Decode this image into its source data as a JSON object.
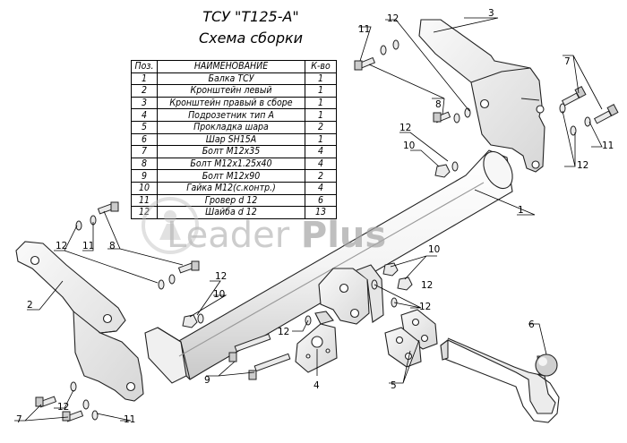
{
  "header": {
    "title": "ТСУ \"Т125-А\"",
    "subtitle": "Схема сборки"
  },
  "table": {
    "headers": [
      "Поз.",
      "НАИМЕНОВАНИЕ",
      "К-во"
    ],
    "rows": [
      [
        "1",
        "Балка ТСУ",
        "1"
      ],
      [
        "2",
        "Кронштейн левый",
        "1"
      ],
      [
        "3",
        "Кронштейн правый в сборе",
        "1"
      ],
      [
        "4",
        "Подрозетник тип А",
        "1"
      ],
      [
        "5",
        "Прокладка шара",
        "2"
      ],
      [
        "6",
        "Шар SH15A",
        "1"
      ],
      [
        "7",
        "Болт М12х35",
        "4"
      ],
      [
        "8",
        "Болт М12х1.25х40",
        "4"
      ],
      [
        "9",
        "Болт М12х90",
        "2"
      ],
      [
        "10",
        "Гайка М12(с.контр.)",
        "4"
      ],
      [
        "11",
        "Гровер d 12",
        "6"
      ],
      [
        "12",
        "Шайба d 12",
        "13"
      ]
    ]
  },
  "watermark": {
    "text": "Leader",
    "bold": "Plus"
  },
  "callouts": {
    "c1": "1",
    "c2": "2",
    "c3": "3",
    "c4": "4",
    "c5": "5",
    "c6": "6",
    "c7a": "7",
    "c7b": "7",
    "c8a": "8",
    "c8b": "8",
    "c9": "9",
    "c10a": "10",
    "c10b": "10",
    "c10c": "10",
    "c11a": "11",
    "c11b": "11",
    "c11c": "11",
    "c11d": "11",
    "c12a": "12",
    "c12b": "12",
    "c12c": "12",
    "c12d": "12",
    "c12e": "12",
    "c12f": "12",
    "c12g": "12",
    "c12h": "12",
    "c12i": "12"
  },
  "colors": {
    "part_fill": "#f2f2f2",
    "part_stroke": "#222222",
    "watermark": "#b8b8b8"
  }
}
